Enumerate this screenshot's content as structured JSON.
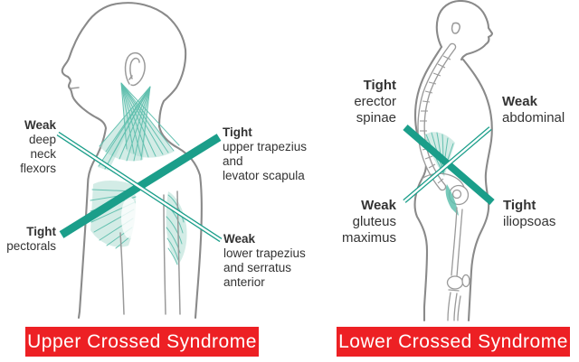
{
  "title": "Upper and Lower Crossed Syndrome anatomy infographic",
  "colors": {
    "teal": "#1b9e8a",
    "teal_light": "#aedcd2",
    "teal_fiber": "#5fbfae",
    "outline": "#8a8a8a",
    "bone": "#9a9a9a",
    "banner_red": "#ed2024",
    "banner_text": "#ffffff",
    "label_text": "#333333"
  },
  "left_panel": {
    "banner": "Upper Crossed Syndrome",
    "labels": {
      "weak_neck": {
        "keyword": "Weak",
        "lines": [
          "deep neck",
          "flexors"
        ]
      },
      "tight_trap": {
        "keyword": "Tight",
        "lines": [
          "upper trapezius",
          "and",
          "levator scapula"
        ]
      },
      "tight_pecs": {
        "keyword": "Tight",
        "lines": [
          "pectorals"
        ]
      },
      "weak_trap": {
        "keyword": "Weak",
        "lines": [
          "lower trapezius",
          "and serratus",
          "anterior"
        ]
      }
    }
  },
  "right_panel": {
    "banner": "Lower Crossed Syndrome",
    "labels": {
      "tight_erector": {
        "keyword": "Tight",
        "lines": [
          "erector",
          "spinae"
        ]
      },
      "weak_abdominal": {
        "keyword": "Weak",
        "lines": [
          "abdominal"
        ]
      },
      "weak_gluteus": {
        "keyword": "Weak",
        "lines": [
          "gluteus",
          "maximus"
        ]
      },
      "tight_iliopsoas": {
        "keyword": "Tight",
        "lines": [
          "iliopsoas"
        ]
      }
    }
  }
}
